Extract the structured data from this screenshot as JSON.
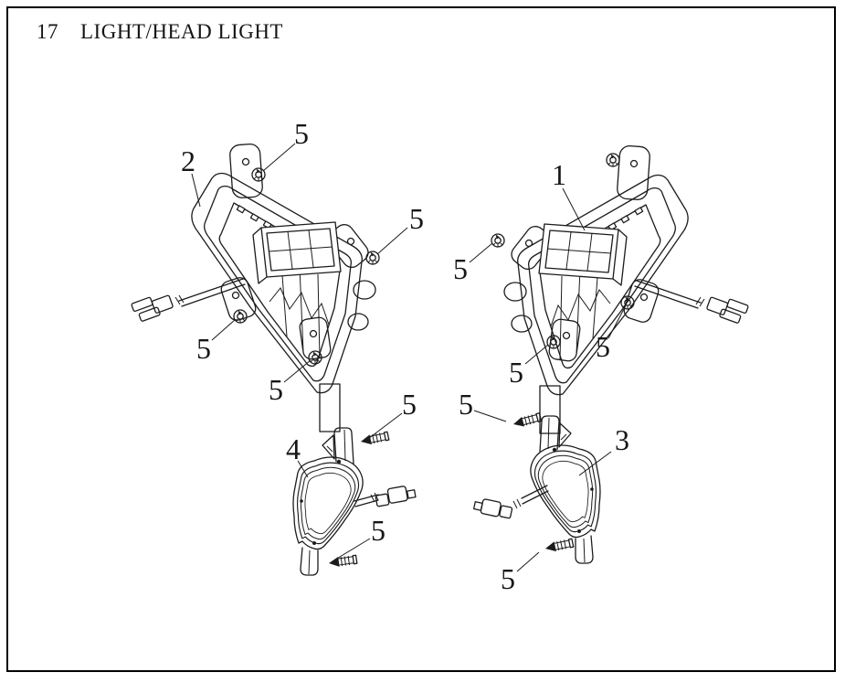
{
  "page": {
    "number": "17",
    "title": "LIGHT/HEAD LIGHT"
  },
  "colors": {
    "background": "#ffffff",
    "line": "#1c1c1c",
    "border": "#000000"
  },
  "diagram": {
    "type": "exploded-parts-line-drawing",
    "callouts": [
      {
        "label": "2"
      },
      {
        "label": "5"
      },
      {
        "label": "5"
      },
      {
        "label": "5"
      },
      {
        "label": "5"
      },
      {
        "label": "1"
      },
      {
        "label": "5"
      },
      {
        "label": "5"
      },
      {
        "label": "5"
      },
      {
        "label": "4"
      },
      {
        "label": "5"
      },
      {
        "label": "5"
      },
      {
        "label": "5"
      },
      {
        "label": "3"
      },
      {
        "label": "5"
      }
    ]
  }
}
